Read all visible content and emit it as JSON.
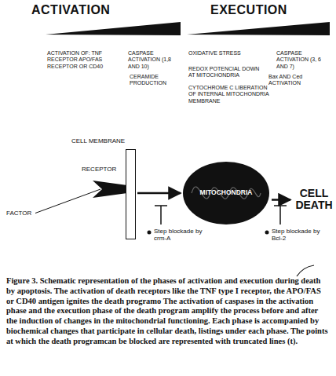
{
  "diagram": {
    "caption": "Figure 3. Schematic representation of the phases of activation and execution during death by apoptosis. The activation of death receptors like the TNF type I receptor, the APO/FAS or CD40 antigen ignites the death programo The activation of caspases in the activation phase and the execution phase of the death program amplify the process before and after the induction of changes in the mitochondrial functioning. Each phase is accompanied by biochemical changes that participate in cellular death, listings under each phase. The points at which the death programcan be blocked are represented with truncated lines (t).",
    "nodes": [
      {
        "text": [
          "FACTOR"
        ]
      },
      {
        "text": [
          "RECEPTOR"
        ]
      },
      {
        "text": [
          "CELL MEMBRANE"
        ]
      },
      {
        "text": [
          "MITOCHONDRIA"
        ]
      },
      {
        "text": [
          "CELL DEATH"
        ]
      }
    ],
    "edges": [
      {
        "from": 0,
        "to": 1,
        "arrow": "none"
      },
      {
        "from": 2,
        "to": 3,
        "arrow": "to"
      },
      {
        "from": 3,
        "to": 4,
        "arrow": "to"
      }
    ],
    "labels": [
      "ACTIVATION",
      "EXECUTION",
      "ACTIVATION OF: TNF RECEPTOR APO/FAS RECEPTOR OR CD40",
      "CASPASE ACTIVATION (1,8 AND 10)",
      "CERAMIDE PRODUCTION",
      "OXIDATIVE STRESS",
      "CASPASE ACTIVATION (3, 6 AND 7)",
      "REDOX POTENCIAL DOWN AT MITOCHONDRIA",
      "Bax AND Ced ACTIVATION",
      "CYTOCHROME C LIBERATION OF INTERNAL MITOCHONDRIA MEMBRANE",
      "Step blockade by crm-A",
      "Step blockade by Bcl-2"
    ]
  }
}
